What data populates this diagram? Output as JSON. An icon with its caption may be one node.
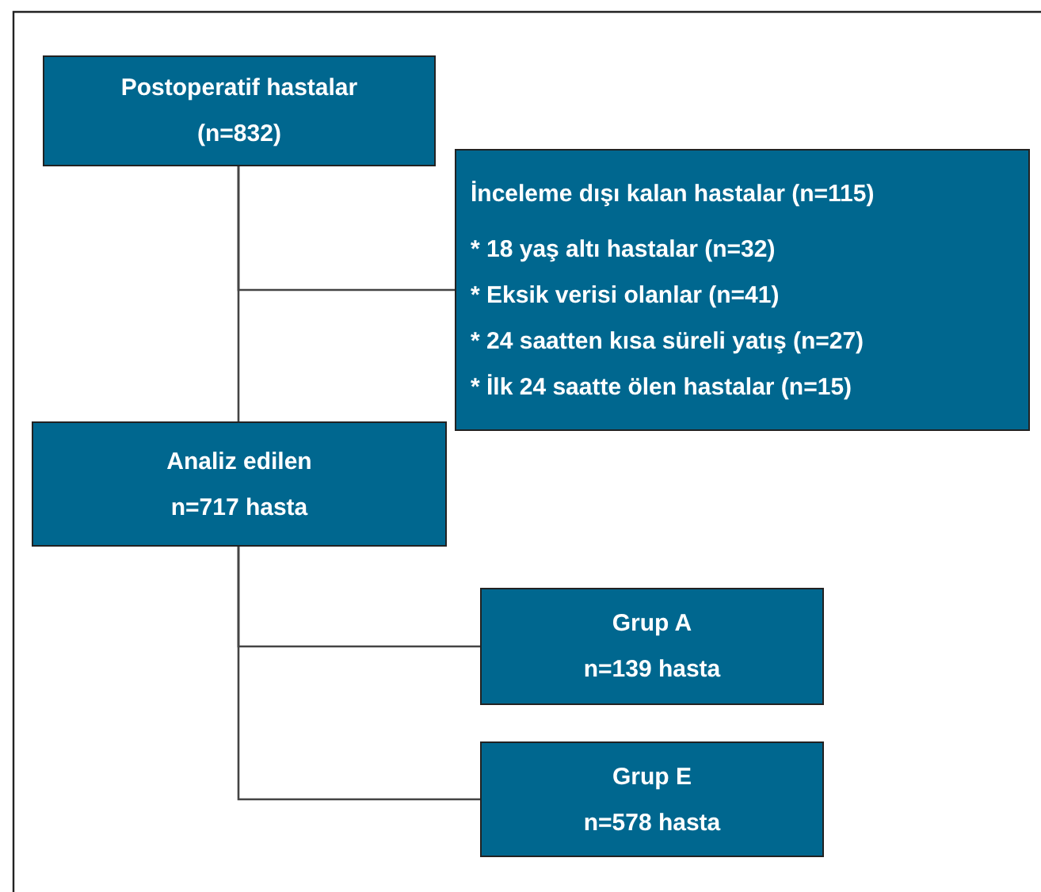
{
  "diagram": {
    "nodes": [
      {
        "text": [
          "Postoperatif hastalar",
          "(n=832)"
        ]
      },
      {
        "text": [
          "İnceleme dışı kalan hastalar (n=115)",
          "* 18 yaş altı hastalar (n=32)",
          "* Eksik verisi olanlar (n=41)",
          "* 24 saatten kısa süreli yatış (n=27)",
          "* İlk 24 saatte ölen hastalar (n=15)"
        ]
      },
      {
        "text": [
          "Analiz edilen",
          "n=717 hasta"
        ]
      },
      {
        "text": [
          "Grup A",
          "n=139 hasta"
        ]
      },
      {
        "text": [
          "Grup E",
          "n=578 hasta"
        ]
      }
    ],
    "edges": [
      {
        "from": 0,
        "to": 2,
        "arrow": "none"
      },
      {
        "from": 0,
        "to": 1,
        "arrow": "none"
      },
      {
        "from": 2,
        "to": 3,
        "arrow": "none"
      },
      {
        "from": 2,
        "to": 4,
        "arrow": "none"
      }
    ]
  }
}
